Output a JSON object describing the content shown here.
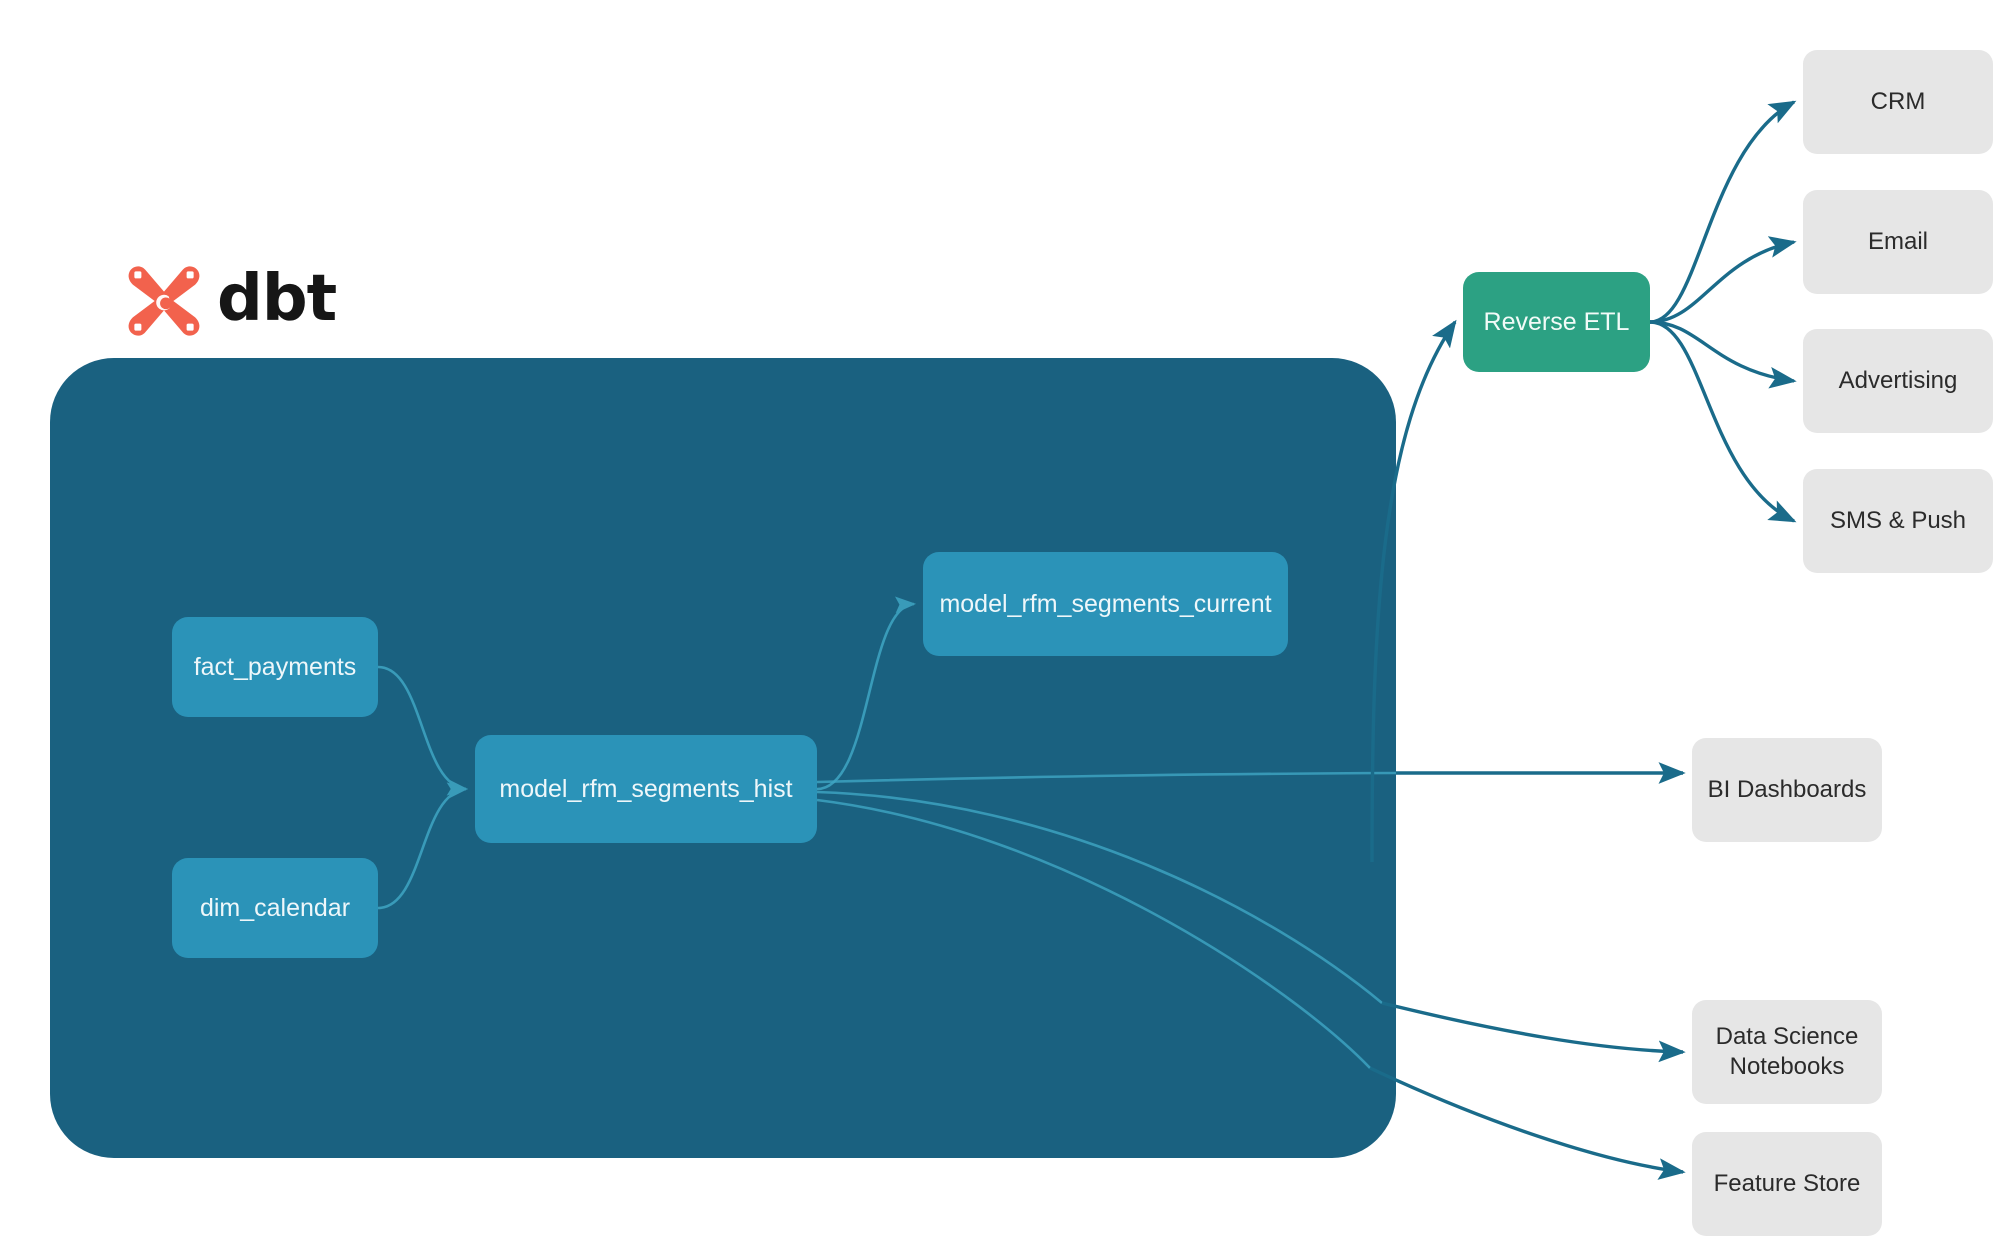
{
  "brand": {
    "name": "dbt",
    "logo_icon": "dbt-x-mark-icon",
    "logo_color": "#f2624d",
    "wordmark_color": "#161616"
  },
  "colors": {
    "warehouse_fill": "#1a6180",
    "model_node": "#2b93b8",
    "reverse_etl_node": "#2ca183",
    "destination_node": "#e6e6e6",
    "external_edge": "#1a6b8a",
    "internal_edge": "#3fa6c4",
    "canvas_background": "#ffffff"
  },
  "warehouse": {
    "label": "",
    "models": [
      {
        "id": "fact_payments",
        "label": "fact_payments"
      },
      {
        "id": "dim_calendar",
        "label": "dim_calendar"
      },
      {
        "id": "model_rfm_segments_hist",
        "label": "model_rfm_segments_hist"
      },
      {
        "id": "model_rfm_segments_current",
        "label": "model_rfm_segments_current"
      }
    ]
  },
  "activation": {
    "reverse_etl": {
      "id": "reverse_etl",
      "label": "Reverse ETL"
    },
    "channels": [
      {
        "id": "crm",
        "label": "CRM"
      },
      {
        "id": "email",
        "label": "Email"
      },
      {
        "id": "advertising",
        "label": "Advertising"
      },
      {
        "id": "sms_push",
        "label": "SMS & Push"
      }
    ]
  },
  "consumers": [
    {
      "id": "bi_dashboards",
      "label": "BI Dashboards"
    },
    {
      "id": "ds_notebooks",
      "label": "Data Science\nNotebooks",
      "line1": "Data Science",
      "line2": "Notebooks"
    },
    {
      "id": "feature_store",
      "label": "Feature Store"
    }
  ],
  "chart_data": {
    "type": "diagram",
    "title": "dbt RFM segmentation lineage and activation flow",
    "nodes": [
      {
        "id": "fact_payments",
        "label": "fact_payments",
        "group": "warehouse",
        "kind": "source-model"
      },
      {
        "id": "dim_calendar",
        "label": "dim_calendar",
        "group": "warehouse",
        "kind": "source-model"
      },
      {
        "id": "model_rfm_segments_hist",
        "label": "model_rfm_segments_hist",
        "group": "warehouse",
        "kind": "model"
      },
      {
        "id": "model_rfm_segments_current",
        "label": "model_rfm_segments_current",
        "group": "warehouse",
        "kind": "model"
      },
      {
        "id": "reverse_etl",
        "label": "Reverse ETL",
        "group": "activation",
        "kind": "service"
      },
      {
        "id": "crm",
        "label": "CRM",
        "group": "channels",
        "kind": "destination"
      },
      {
        "id": "email",
        "label": "Email",
        "group": "channels",
        "kind": "destination"
      },
      {
        "id": "advertising",
        "label": "Advertising",
        "group": "channels",
        "kind": "destination"
      },
      {
        "id": "sms_push",
        "label": "SMS & Push",
        "group": "channels",
        "kind": "destination"
      },
      {
        "id": "bi_dashboards",
        "label": "BI Dashboards",
        "group": "consumers",
        "kind": "destination"
      },
      {
        "id": "ds_notebooks",
        "label": "Data Science Notebooks",
        "group": "consumers",
        "kind": "destination"
      },
      {
        "id": "feature_store",
        "label": "Feature Store",
        "group": "consumers",
        "kind": "destination"
      }
    ],
    "edges": [
      {
        "from": "fact_payments",
        "to": "model_rfm_segments_hist",
        "style": "internal"
      },
      {
        "from": "dim_calendar",
        "to": "model_rfm_segments_hist",
        "style": "internal"
      },
      {
        "from": "model_rfm_segments_hist",
        "to": "model_rfm_segments_current",
        "style": "internal"
      },
      {
        "from": "model_rfm_segments_current",
        "to": "reverse_etl",
        "style": "external"
      },
      {
        "from": "reverse_etl",
        "to": "crm",
        "style": "external"
      },
      {
        "from": "reverse_etl",
        "to": "email",
        "style": "external"
      },
      {
        "from": "reverse_etl",
        "to": "advertising",
        "style": "external"
      },
      {
        "from": "reverse_etl",
        "to": "sms_push",
        "style": "external"
      },
      {
        "from": "model_rfm_segments_hist",
        "to": "bi_dashboards",
        "style": "external"
      },
      {
        "from": "model_rfm_segments_hist",
        "to": "ds_notebooks",
        "style": "external"
      },
      {
        "from": "model_rfm_segments_hist",
        "to": "feature_store",
        "style": "external"
      }
    ]
  }
}
